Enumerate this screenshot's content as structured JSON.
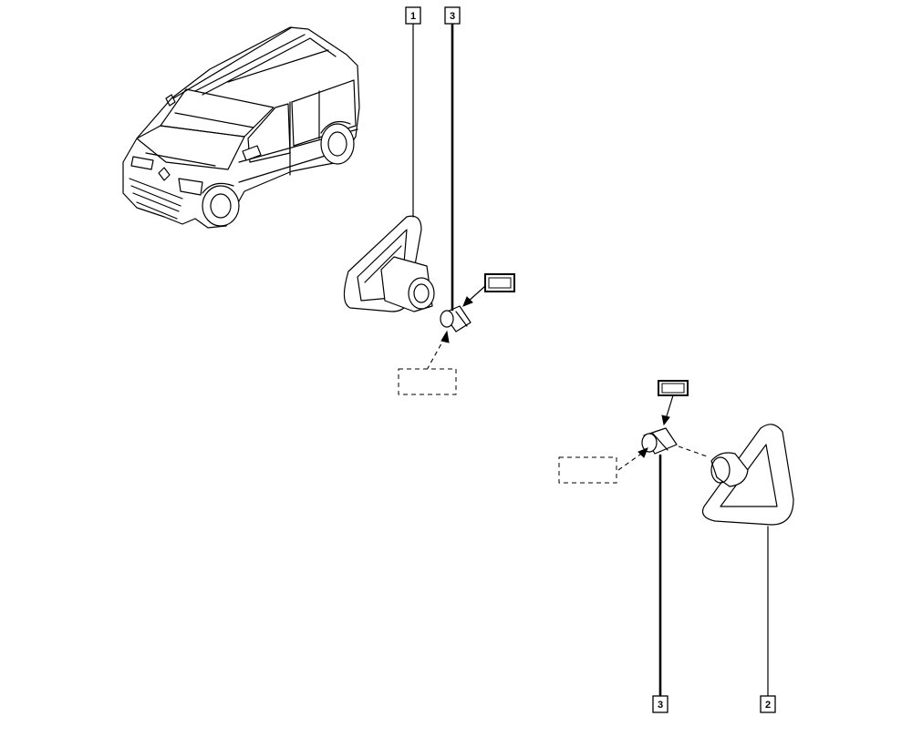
{
  "callouts": [
    {
      "id": "callout-1-top",
      "label": "1"
    },
    {
      "id": "callout-3-top",
      "label": "3"
    },
    {
      "id": "callout-3-bottom",
      "label": "3"
    },
    {
      "id": "callout-2-bottom",
      "label": "2"
    }
  ]
}
